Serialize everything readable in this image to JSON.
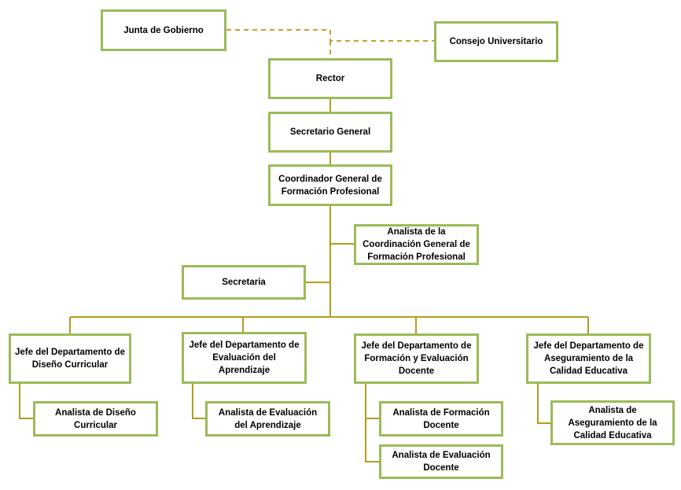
{
  "colors": {
    "box_border": "#9bbb59",
    "line": "#b59c1f",
    "dashed_line": "#c8a030",
    "text": "#000000"
  },
  "nodes": {
    "junta": "Junta de Gobierno",
    "consejo": "Consejo Universitario",
    "rector": "Rector",
    "secretario": "Secretario  General",
    "coordinador": "Coordinador General de Formación  Profesional",
    "analista_coord": "Analista de la Coordinación General de Formación  Profesional",
    "secretaria": "Secretaria",
    "jefe_diseno": "Jefe del Departamento  de Diseño Curricular",
    "jefe_evaluacion": "Jefe del Departamento  de Evaluación  del Aprendizaje",
    "jefe_formacion": "Jefe del Departamento  de Formación  y Evaluación Docente",
    "jefe_calidad": "Jefe del Departamento  de Aseguramiento de la Calidad Educativa",
    "analista_diseno": "Analista de Diseño Curricular",
    "analista_evaluacion": "Analista de Evaluación del Aprendizaje",
    "analista_formacion": "Analista de Formación Docente",
    "analista_eval_docente": "Analista de Evaluación Docente",
    "analista_calidad": "Analista de Aseguramiento de la Calidad Educativa"
  }
}
